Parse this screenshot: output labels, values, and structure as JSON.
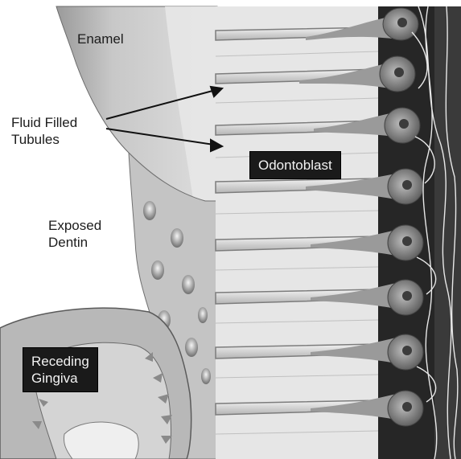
{
  "labels": {
    "enamel": "Enamel",
    "fluid_filled_tubules_line1": "Fluid Filled",
    "fluid_filled_tubules_line2": "Tubules",
    "exposed_dentin_line1": "Exposed",
    "exposed_dentin_line2": "Dentin",
    "odontoblast": "Odontoblast",
    "receding_gingiva_line1": "Receding",
    "receding_gingiva_line2": "Gingiva"
  },
  "colors": {
    "background": "#ffffff",
    "enamel": "#d2d2d2",
    "dentin": "#e4e4e4",
    "tubule": "#8a8a8a",
    "pulp": "#2a2a2a",
    "cell": "#8e8e8e",
    "label_box": "#1a1a1a"
  }
}
